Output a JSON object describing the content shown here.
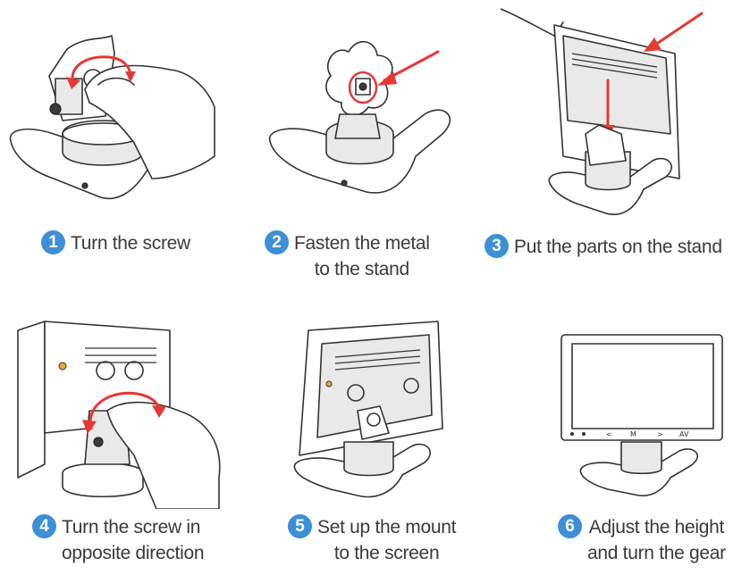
{
  "accent_color": "#3d8fd6",
  "arrow_color": "#e53935",
  "steps": [
    {
      "number": "1",
      "text": "Turn the screw"
    },
    {
      "number": "2",
      "text": "Fasten the metal\nto the stand"
    },
    {
      "number": "3",
      "text": "Put the parts on the stand"
    },
    {
      "number": "4",
      "text": "Turn the screw in\nopposite direction"
    },
    {
      "number": "5",
      "text": "Set up the mount\nto the screen"
    },
    {
      "number": "6",
      "text": "Adjust the height\nand turn the gear"
    }
  ]
}
